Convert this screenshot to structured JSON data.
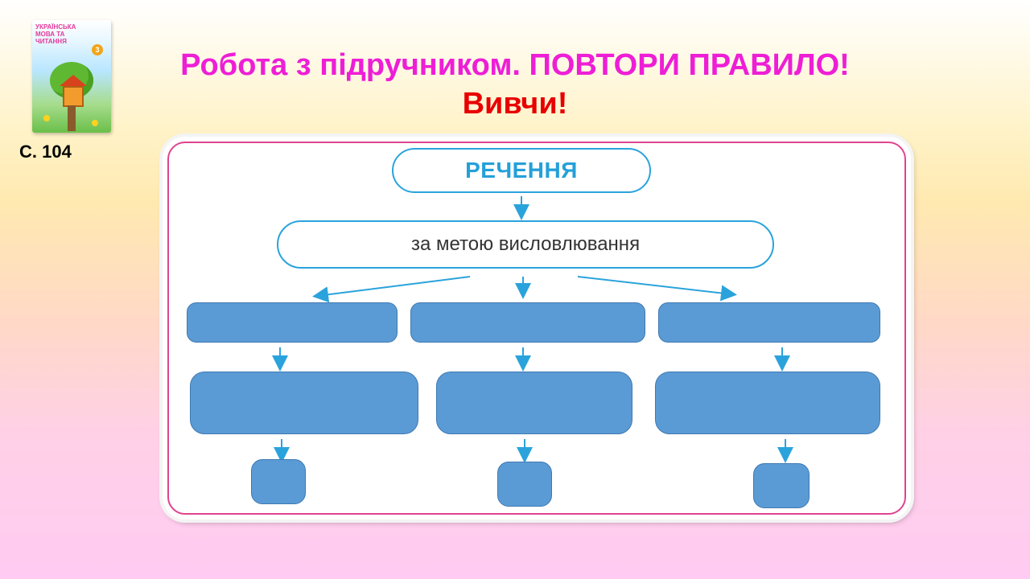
{
  "header": {
    "title_line1": "Робота з підручником. ПОВТОРИ ПРАВИЛО!",
    "title_line2": "Вивчи!",
    "title_color": "#ee1ed6",
    "subtitle_color": "#e80000"
  },
  "book": {
    "cover_title": "Українська мова та читання",
    "grade": "3",
    "page_ref": "С. 104"
  },
  "diagram": {
    "root_label": "РЕЧЕННЯ",
    "criterion_label": "за метою висловлювання",
    "accent_color": "#2aa3dc",
    "frame_color": "#e0438f",
    "placeholder_color": "#5b9bd5",
    "columns": [
      {
        "row1": "",
        "row2": "",
        "row3": ""
      },
      {
        "row1": "",
        "row2": "",
        "row3": ""
      },
      {
        "row1": "",
        "row2": "",
        "row3": ""
      }
    ]
  }
}
